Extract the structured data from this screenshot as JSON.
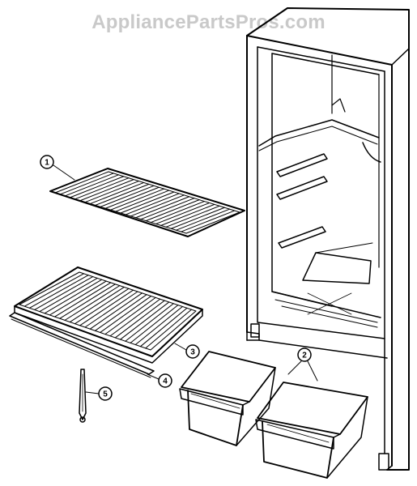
{
  "watermark": "AppliancePartsPros.com",
  "callouts": [
    {
      "id": 1,
      "label": "1"
    },
    {
      "id": 2,
      "label": "2"
    },
    {
      "id": 3,
      "label": "3"
    },
    {
      "id": 4,
      "label": "4"
    },
    {
      "id": 5,
      "label": "5"
    }
  ],
  "colors": {
    "line": "#000000",
    "watermark": "#c9c9c9",
    "background": "#ffffff"
  }
}
